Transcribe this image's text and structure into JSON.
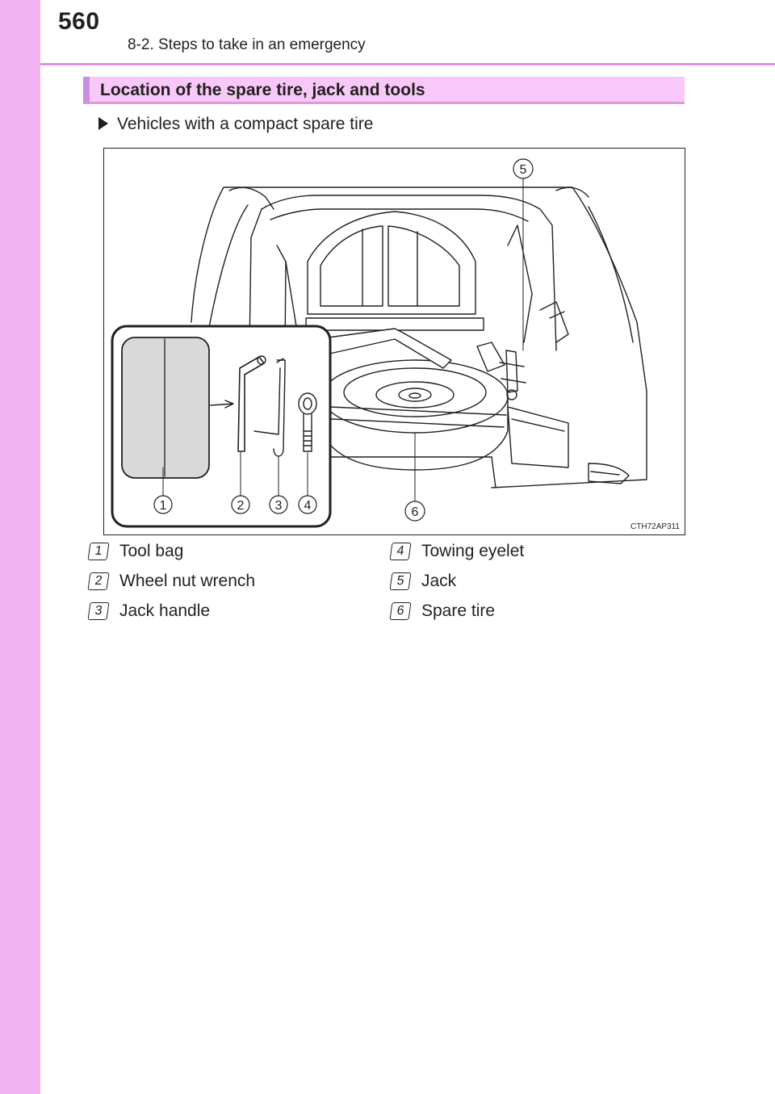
{
  "header": {
    "page_number": "560",
    "chapter_title": "8-2. Steps to take in an emergency"
  },
  "section": {
    "heading": "Location of the spare tire, jack and tools",
    "subheading": "Vehicles with a compact spare tire"
  },
  "figure": {
    "code": "CTH72AP311",
    "callouts": [
      "1",
      "2",
      "3",
      "4",
      "5",
      "6"
    ]
  },
  "legend": [
    {
      "num": "1",
      "label": "Tool bag"
    },
    {
      "num": "2",
      "label": "Wheel nut wrench"
    },
    {
      "num": "3",
      "label": "Jack handle"
    },
    {
      "num": "4",
      "label": "Towing eyelet"
    },
    {
      "num": "5",
      "label": "Jack"
    },
    {
      "num": "6",
      "label": "Spare tire"
    }
  ],
  "colors": {
    "side_band": "#f2b3f2",
    "header_rule": "#e58ee5",
    "heading_background": "#f8c8f8",
    "heading_accent": "#c98fe0",
    "tool_bag_fill": "#d9d9d9"
  }
}
